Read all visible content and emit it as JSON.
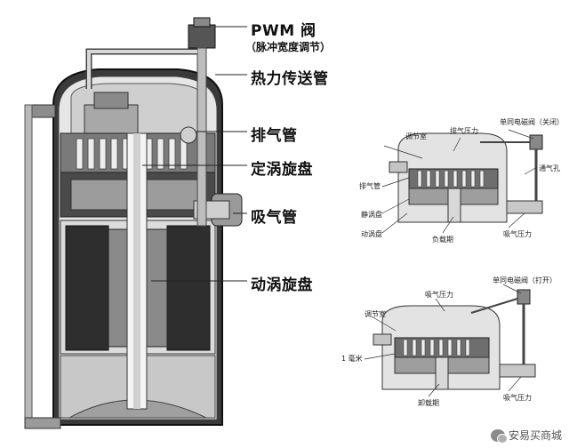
{
  "main_labels": {
    "pwm": "PWM 阀",
    "pwm_sub": "（脉冲宽度调节）",
    "heat_pipe": "热力传送管",
    "discharge_pipe": "排气管",
    "fixed_scroll": "定涡旋盘",
    "suction_pipe": "吸气管",
    "moving_scroll": "动涡旋盘"
  },
  "top_detail": {
    "regulation_chamber": "调节室",
    "discharge_pressure": "排气压力",
    "solenoid_closed": "单同电磁阀（关闭）",
    "vent_hole": "通气孔",
    "discharge_pipe": "排气管",
    "stationary_scroll": "静涡盘",
    "moving_scroll": "动涡盘",
    "load_period": "负载期",
    "suction_pressure": "吸气压力"
  },
  "bottom_detail": {
    "suction_pressure_top": "吸气压力",
    "solenoid_open": "单同电磁阀（打开）",
    "regulation_chamber": "调节室",
    "one_mm": "1 毫米",
    "unload_period": "卸载期",
    "suction_pressure": "吸气压力"
  },
  "watermark": {
    "text": "安易买商城"
  }
}
